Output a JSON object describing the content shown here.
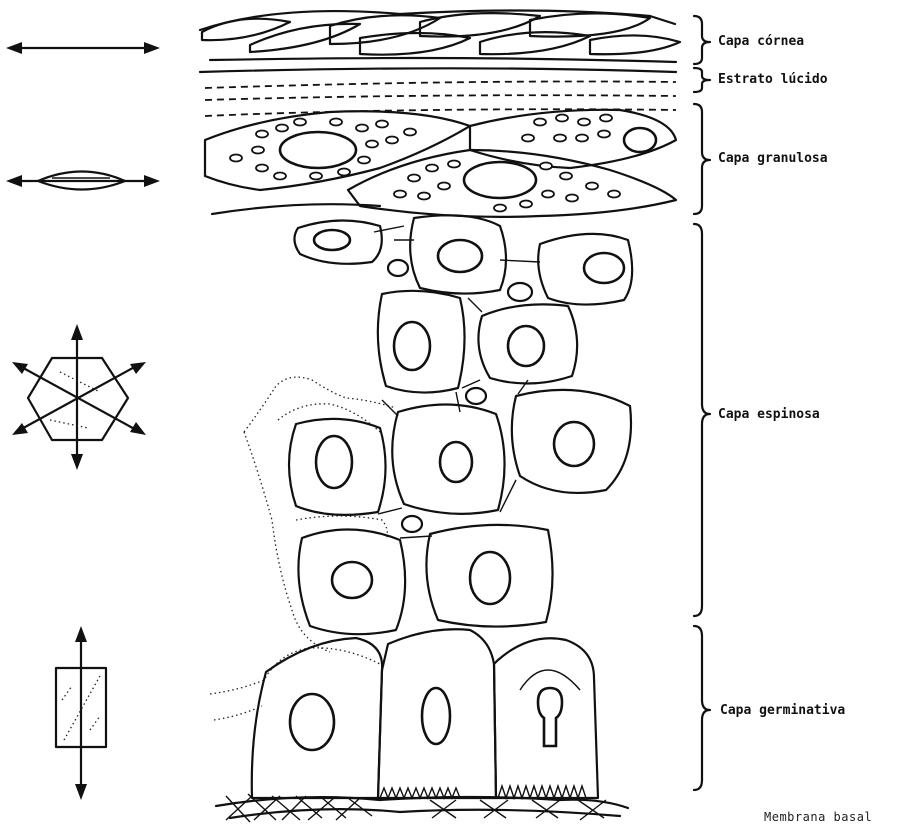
{
  "layers": {
    "cornea": "Capa córnea",
    "lucido": "Estrato lúcido",
    "granulosa": "Capa granulosa",
    "espinosa": "Capa espinosa",
    "germinativa": "Capa germinativa"
  },
  "membrane": "Membrana basal",
  "cell_shape_icons": [
    "flat-cell-arrows-icon",
    "lens-cell-arrows-icon",
    "hexagon-cell-arrows-icon",
    "column-cell-arrows-icon"
  ]
}
